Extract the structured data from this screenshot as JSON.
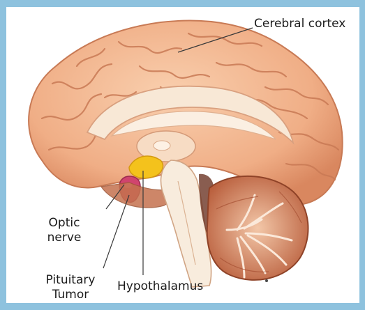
{
  "labels": {
    "cerebral_cortex": "Cerebral cortex",
    "optic_nerve_line1": "Optic",
    "optic_nerve_line2": "nerve",
    "pituitary_line1": "Pituitary",
    "pituitary_line2": "Tumor",
    "hypothalamus": "Hypothalamus"
  },
  "colors": {
    "cortex": "#f2b48e",
    "cortex_shadow": "#d98c66",
    "tumor": "#d0446e",
    "hypothalamus": "#f4c21c",
    "cerebellum": "#c8704e",
    "brainstem": "#f6e3cf",
    "background": "#8ec2de"
  }
}
